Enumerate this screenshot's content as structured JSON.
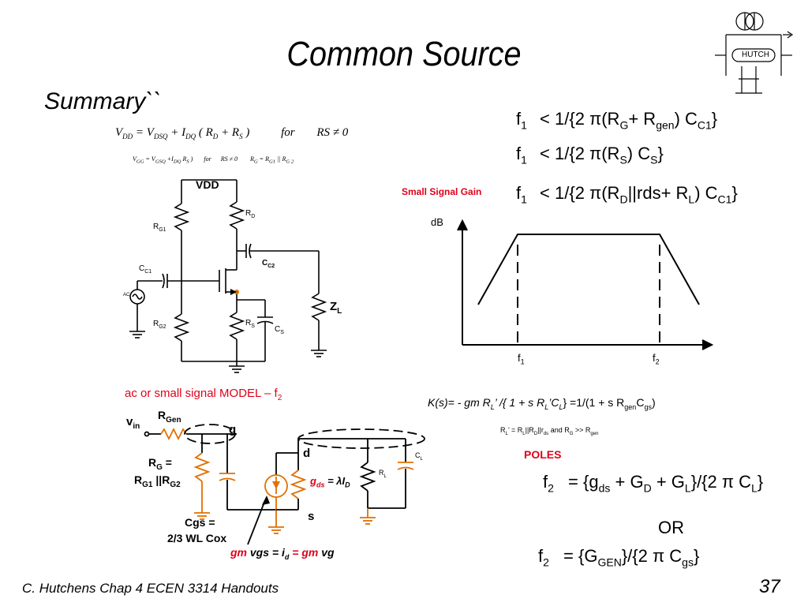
{
  "title": "Common Source",
  "subtitle": "Summary``",
  "bias_eq1": {
    "lhs": "V",
    "lhs_sub": "DD",
    "rest": "= V",
    "r_sub": "DSQ",
    "plus": "+ I",
    "i_sub": "DQ",
    "paren": "( R",
    "rd_sub": "D",
    "plus2": "+ R",
    "rs_sub": "S",
    "close": ")",
    "for": "for",
    "cond": "RS ≠ 0"
  },
  "bias_eq2": {
    "lhs": "V",
    "lhs_sub": "GG",
    "rest": "= V",
    "r_sub": "GSQ",
    "plus": "+I",
    "i_sub": "DQ",
    "tail": "R",
    "tail_sub": "S",
    "close": ")",
    "for": "for",
    "cond": "RS ≠ 0",
    "rg": "R",
    "rg_sub": "G",
    "rg_rest": "= R",
    "g1": "G1",
    "par": "|| R",
    "g2": "G 2"
  },
  "circuit_top": {
    "vdd": "VDD",
    "rd": "R",
    "rd_sub": "D",
    "rg1": "R",
    "rg1_sub": "G1",
    "cc1": "C",
    "cc1_sub": "C1",
    "cc2": "C",
    "cc2_sub": "C2",
    "ac": "AC",
    "rg2": "R",
    "rg2_sub": "G2",
    "rs": "R",
    "rs_sub": "S",
    "cs": "C",
    "cs_sub": "S",
    "zl": "Z",
    "zl_sub": "L"
  },
  "freq_eqs": [
    {
      "f": "f",
      "f_sub": "1",
      "body": "< 1/{2 π(R",
      "s1": "G",
      "mid": "+ R",
      "s2": "gen",
      "end": ") C",
      "s3": "C1",
      "close": "}"
    },
    {
      "f": "f",
      "f_sub": "1",
      "body": "< 1/{2 π(R",
      "s1": "S",
      "mid": ") C",
      "s2": "S",
      "end": "}",
      "s3": "",
      "close": ""
    },
    {
      "f": "f",
      "f_sub": "1",
      "body": "< 1/{2 π(R",
      "s1": "D",
      "mid": "||rds+ R",
      "s2": "L",
      "end": ") C",
      "s3": "C1",
      "close": "}"
    }
  ],
  "gain_plot": {
    "label": "Small Signal Gain",
    "ylabel": "dB",
    "f1": "f",
    "f1_sub": "1",
    "f2": "f",
    "f2_sub": "2"
  },
  "model_title": {
    "text": "ac or small signal MODEL – f",
    "sub": "2"
  },
  "transfer": {
    "k": "K(s)= - gm R",
    "k_sub": "L",
    "mid": "’ /{ 1 + s R",
    "m_sub": "L",
    "c": "’C",
    "c_sub": "L",
    "close": "} =1/(1 + s R",
    "g_sub": "gen",
    "cgs": "C",
    "cgs_sub": "gs",
    "end": ")"
  },
  "rl_note": {
    "a": "R",
    "a_sub": "L",
    "b": "’ = R",
    "b_sub": "L",
    "c": "||R",
    "c_sub": "D",
    "d": "||r",
    "d_sub": "ds",
    "e": "and R",
    "e_sub": "G",
    "f": ">> R",
    "f_sub": "gen"
  },
  "model": {
    "vin": "v",
    "vin_sub": "in",
    "rgen": "R",
    "rgen_sub": "Gen",
    "g": "g",
    "d": "d",
    "s": "s",
    "rg_eq": "R",
    "rg_eq_sub": "G",
    "rg_eq_rest": "=",
    "rg12": "R",
    "rg12_sub1": "G1",
    "rg12_mid": "||R",
    "rg12_sub2": "G2",
    "gds": "g",
    "gds_sub": "ds",
    "gds_rest": "= λI",
    "gds_sub2": "D",
    "rl": "R",
    "rl_sub": "L",
    "cl": "C",
    "cl_sub": "L",
    "cgs1": "Cgs =",
    "cgs2": "2/3 WL Cox",
    "gm1": "gm",
    "gm2": "vgs = i",
    "gm2_sub": "d",
    "gm3": "= gm",
    "gm4": "vg"
  },
  "poles": {
    "label": "POLES",
    "eq1": {
      "f": "f",
      "f_sub": "2",
      "body": "= {g",
      "s1": "ds",
      "mid": "+ G",
      "s2": "D",
      "mid2": "+ G",
      "s3": "L",
      "end": "}/{2 π C",
      "s4": "L",
      "close": "}"
    },
    "or": "OR",
    "eq2": {
      "f": "f",
      "f_sub": "2",
      "body": "= {G",
      "s1": "GEN",
      "end": "}/{2 π C",
      "s2": "gs",
      "close": "}"
    }
  },
  "logo_text": "HUTCH",
  "footer": "C. Hutchens Chap 4 ECEN 3314 Handouts",
  "page": "37",
  "colors": {
    "red": "#e0001a",
    "orange": "#e07000",
    "black": "#000000"
  }
}
